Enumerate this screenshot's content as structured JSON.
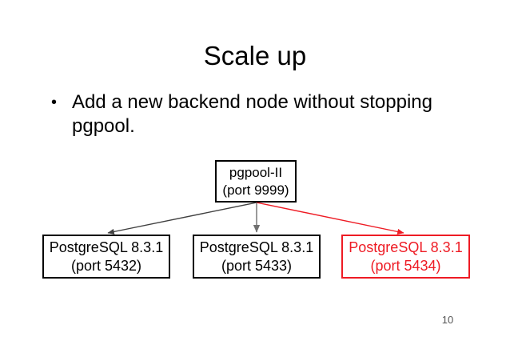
{
  "slide": {
    "title": "Scale up",
    "page_number": "10",
    "background_color": "#ffffff"
  },
  "bullets": [
    {
      "marker": "•",
      "text": "Add a new backend node without stopping pgpool."
    }
  ],
  "diagram": {
    "nodes": [
      {
        "id": "pgpool",
        "line1": "pgpool-II",
        "line2": "(port 9999)",
        "color": "#000000"
      },
      {
        "id": "pg-5432",
        "line1": "PostgreSQL 8.3.1",
        "line2": "(port 5432)",
        "color": "#000000"
      },
      {
        "id": "pg-5433",
        "line1": "PostgreSQL 8.3.1",
        "line2": "(port 5433)",
        "color": "#000000"
      },
      {
        "id": "pg-5434",
        "line1": "PostgreSQL 8.3.1",
        "line2": "(port 5434)",
        "color": "#ee1b24"
      }
    ],
    "connectors": [
      {
        "id": "pgpool-to-5432",
        "color": "#404040"
      },
      {
        "id": "pgpool-to-5433",
        "color": "#808080"
      },
      {
        "id": "pgpool-to-5434",
        "color": "#ee1b24"
      }
    ]
  }
}
